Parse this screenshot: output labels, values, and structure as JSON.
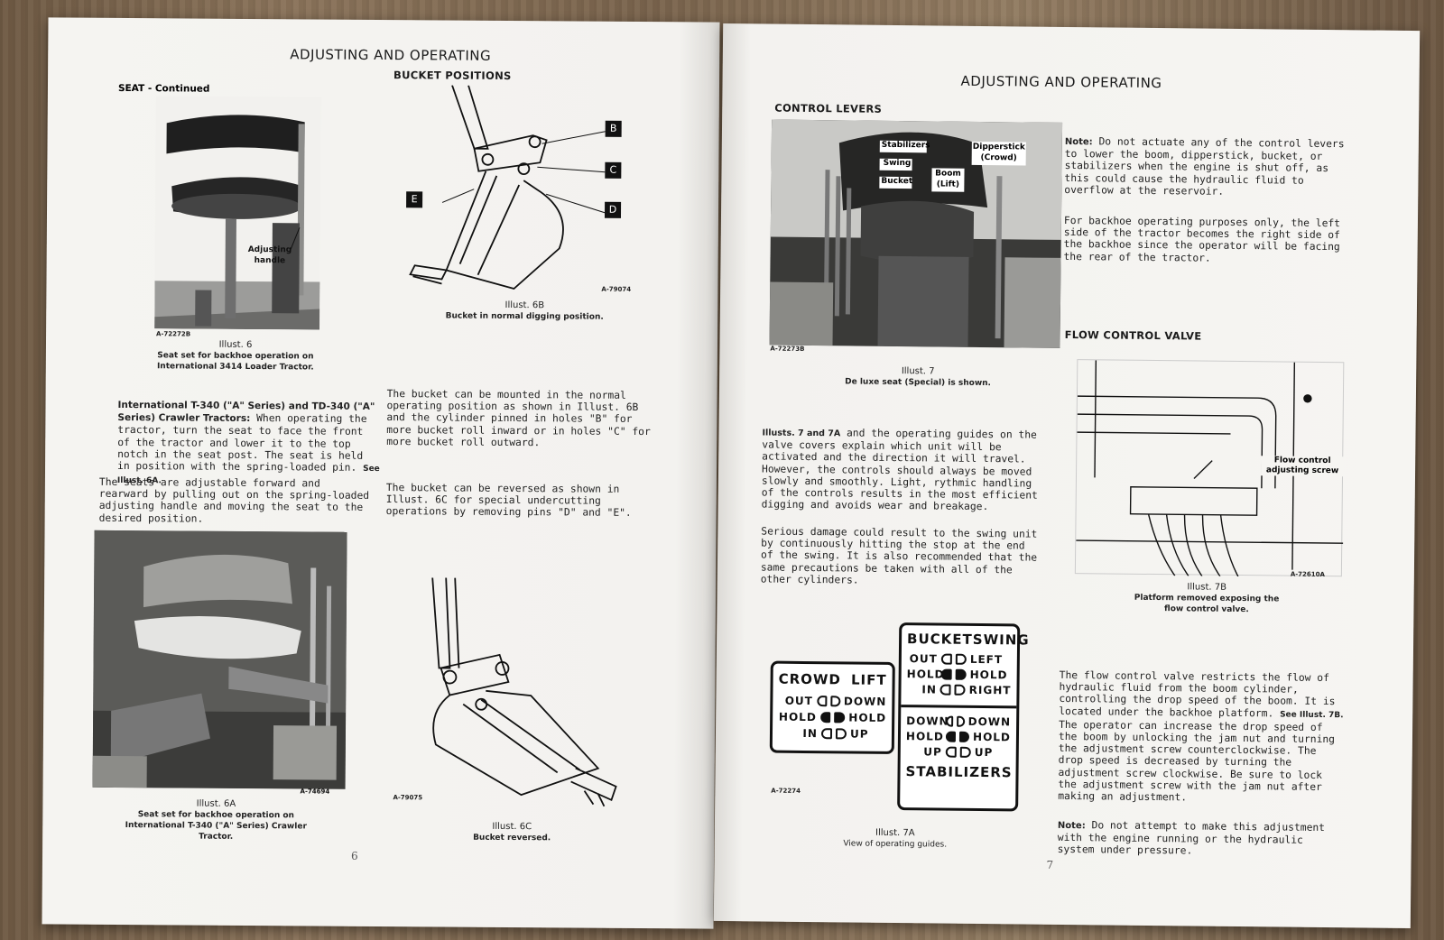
{
  "left_page": {
    "header": "ADJUSTING AND OPERATING",
    "seat_label": "SEAT - Continued",
    "bucket_positions_title": "BUCKET POSITIONS",
    "illust6": {
      "callout": "Adjusting handle",
      "code": "A-72272B",
      "title": "Illust. 6",
      "caption": "Seat set for backhoe operation on International 3414 Loader Tractor."
    },
    "illust6b": {
      "labels": [
        "B",
        "C",
        "D",
        "E"
      ],
      "code": "A-79074",
      "title": "Illust. 6B",
      "caption": "Bucket in normal digging position."
    },
    "para_crawler_heading": "International T-340 (\"A\" Series) and TD-340 (\"A\" Series) Crawler Tractors:",
    "para_crawler": "When operating the tractor, turn the seat to face the front of the tractor and lower it to the top notch in the seat post. The seat is held in position with the spring-loaded pin.",
    "para_crawler_ref": "See Illust. 6A.",
    "para_seats": "The seats are adjustable forward and rearward by pulling out on the spring-loaded adjusting handle and moving the seat to the desired position.",
    "para_bucket1": "The bucket can be mounted in the normal operating position as shown in Illust. 6B and the cylinder pinned in holes \"B\" for more bucket roll inward or in holes \"C\" for more bucket roll outward.",
    "para_bucket2": "The bucket can be reversed as shown in Illust. 6C for special undercutting operations by removing pins \"D\" and \"E\".",
    "illust6a": {
      "code": "A-74694",
      "title": "Illust. 6A",
      "caption": "Seat set for backhoe operation on International T-340 (\"A\" Series) Crawler Tractor."
    },
    "illust6c": {
      "code": "A-79075",
      "title": "Illust. 6C",
      "caption": "Bucket reversed."
    },
    "page_number": "6"
  },
  "right_page": {
    "header": "ADJUSTING AND OPERATING",
    "control_levers_title": "CONTROL LEVERS",
    "illust7": {
      "callouts": [
        "Stabilizers",
        "Swing",
        "Bucket",
        "Dipperstick (Crowd)",
        "Boom (Lift)"
      ],
      "code": "A-72273B",
      "title": "Illust. 7",
      "caption": "De luxe seat (Special) is shown."
    },
    "note1_label": "Note:",
    "note1": "Do not actuate any of the control levers to lower the boom, dipperstick, bucket, or stabilizers when the engine is shut off, as this could cause the hydraulic fluid to overflow at the reservoir.",
    "para_backhoe": "For backhoe operating purposes only, the left side of the tractor becomes the right side of the backhoe since the operator will be facing the rear of the tractor.",
    "flow_title": "FLOW CONTROL VALVE",
    "illust7b": {
      "callout": "Flow control adjusting screw",
      "code": "A-72610A",
      "title": "Illust. 7B",
      "caption": "Platform removed exposing the flow control valve."
    },
    "para_guides_lead": "Illusts. 7 and 7A",
    "para_guides": "and the operating guides on the valve covers explain which unit will be activated and the direction it will travel. However, the controls should always be moved slowly and smoothly. Light, rythmic handling of the controls results in the most efficient digging and avoids wear and breakage.",
    "para_damage": "Serious damage could result to the swing unit by continuously hitting the stop at the end of the swing. It is also recommended that the same precautions be taken with all of the other cylinders.",
    "guide_left": {
      "title_a": "CROWD",
      "title_b": "LIFT",
      "rows": [
        [
          "OUT",
          "DOWN"
        ],
        [
          "HOLD",
          "HOLD"
        ],
        [
          "IN",
          "UP"
        ]
      ]
    },
    "guide_right": {
      "title_a": "BUCKET",
      "title_b": "SWING",
      "rows_top": [
        [
          "OUT",
          "LEFT"
        ],
        [
          "HOLD",
          "HOLD"
        ],
        [
          "IN",
          "RIGHT"
        ]
      ],
      "rows_bottom": [
        [
          "DOWN",
          "DOWN"
        ],
        [
          "HOLD",
          "HOLD"
        ],
        [
          "UP",
          "UP"
        ]
      ],
      "footer": "STABILIZERS"
    },
    "illust7a": {
      "code": "A-72274",
      "title": "Illust. 7A",
      "caption": "View of operating guides."
    },
    "para_flow": "The flow control valve restricts the flow of hydraulic fluid from the boom cylinder, controlling the drop speed of the boom. It is located under the backhoe platform.",
    "para_flow_ref": "See Illust. 7B.",
    "para_flow2": "The operator can increase the drop speed of the boom by unlocking the jam nut and turning the adjustment screw counterclockwise. The drop speed is decreased by turning the adjustment screw clockwise. Be sure to lock the adjustment screw with the jam nut after making an adjustment.",
    "note2_label": "Note:",
    "note2": "Do not attempt to make this adjustment with the engine running or the hydraulic system under pressure.",
    "page_number": "7"
  }
}
